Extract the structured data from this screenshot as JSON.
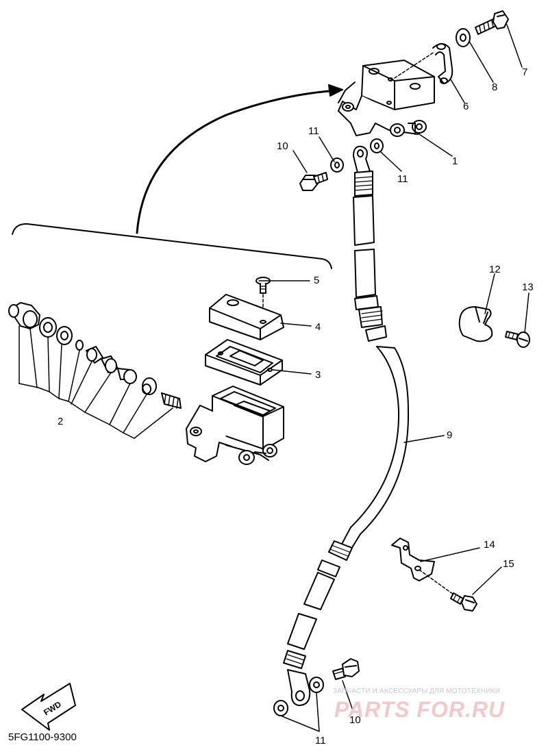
{
  "diagram": {
    "part_code": "5FG1100-9300",
    "fwd_label": "FWD",
    "callouts": {
      "c1": "1",
      "c2": "2",
      "c3": "3",
      "c4": "4",
      "c5": "5",
      "c6": "6",
      "c7": "7",
      "c8": "8",
      "c9": "9",
      "c10a": "10",
      "c10b": "10",
      "c11a": "11",
      "c11b": "11",
      "c11c": "11",
      "c12": "12",
      "c13": "13",
      "c14": "14",
      "c15": "15"
    }
  },
  "watermark": {
    "tagline": "ЗАПЧАСТИ И АКСЕССУАРЫ ДЛЯ МОТОТЕХНИКИ",
    "logo": "PARTS FOR.RU"
  }
}
